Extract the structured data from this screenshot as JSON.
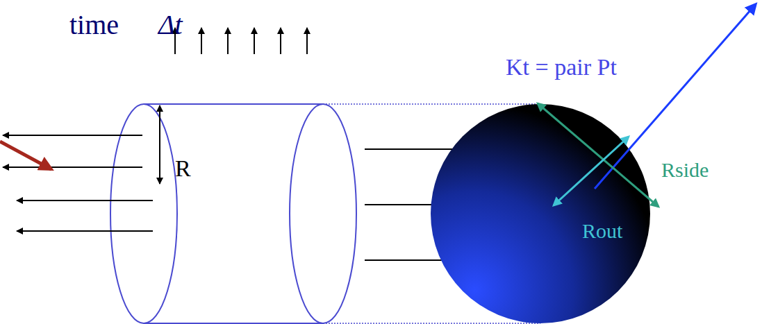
{
  "diagram": {
    "labels": [
      "time",
      "Δt",
      "R",
      "Kt = pair Pt",
      "Rside",
      "Rout"
    ]
  }
}
